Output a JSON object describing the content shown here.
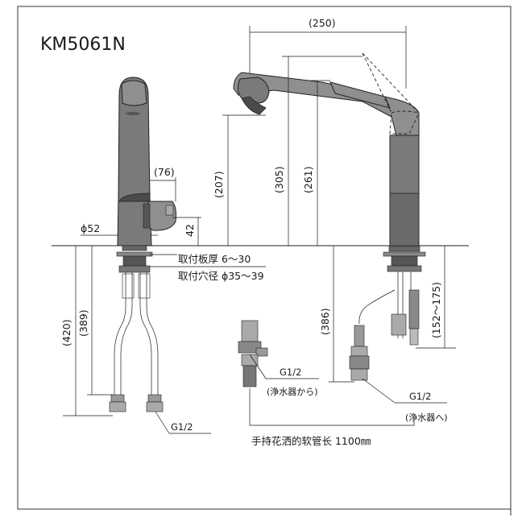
{
  "model": "KM5061N",
  "dimensions": {
    "top_width": "(250)",
    "spout_height": "(207)",
    "head_height": "(305)",
    "body_height": "(261)",
    "lever_offset": "(76)",
    "diameter": "ϕ52",
    "handle_height": "42",
    "hose_length_left": "(420)",
    "hose_length_inner": "(389)",
    "pipe_length": "(386)",
    "shank_range": "(152〜175)"
  },
  "notes": {
    "mount_thickness": "取付板厚 6〜30",
    "mount_hole": "取付穴径 ϕ35〜39",
    "hose_note": "手持花洒的软管长 1100㎜"
  },
  "connectors": {
    "left_g": "G1/2",
    "purifier_g": "G1/2",
    "purifier_from": "(浄水器から)",
    "purifier_to_g": "G1/2",
    "purifier_to": "(浄水器へ)"
  }
}
